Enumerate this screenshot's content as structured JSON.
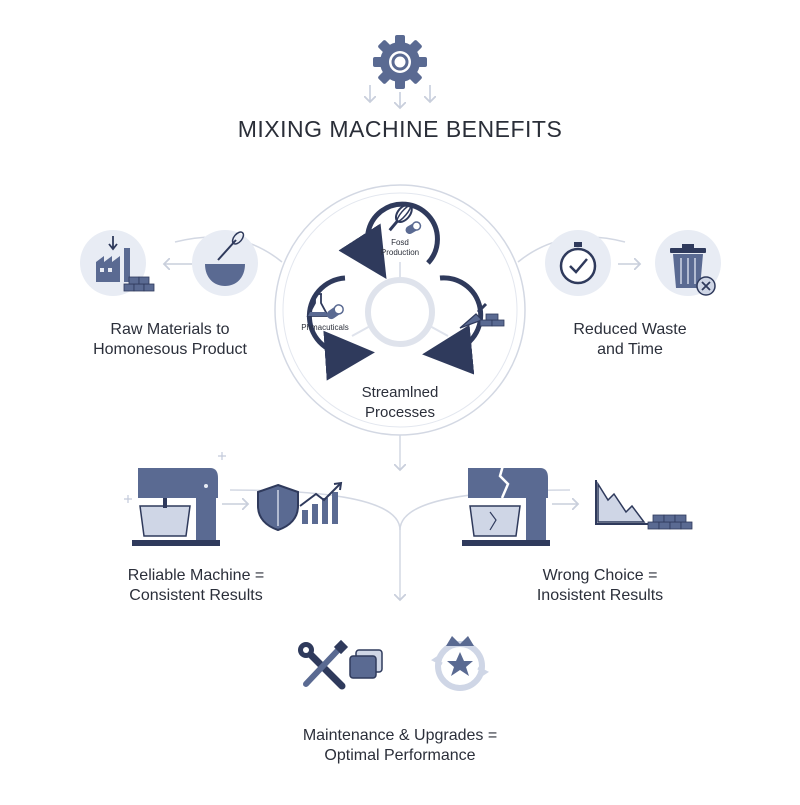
{
  "title": "MIXING MACHINE BENEFITS",
  "center": {
    "line1": "Streamlned",
    "line2": "Processes"
  },
  "cycle": {
    "top": {
      "line1": "Fosd",
      "line2": "Production"
    },
    "left": {
      "line1": "Phmacuticals"
    }
  },
  "nodes": {
    "raw": {
      "line1": "Raw Materials to",
      "line2": "Homonesous Product"
    },
    "waste": {
      "line1": "Reduced Waste",
      "line2": "and Time"
    },
    "reliable": {
      "line1": "Reliable Machine =",
      "line2": "Consistent Results"
    },
    "wrong": {
      "line1": "Wrong Choice =",
      "line2": "Inosistent Results"
    },
    "maintenance": {
      "line1": "Maintenance & Upgrades =",
      "line2": "Optimal Performance"
    }
  },
  "colors": {
    "navy": "#2f3a5c",
    "slate": "#5a6a92",
    "light": "#cfd6e6",
    "pale": "#e8ecf4",
    "line": "#d3d8e3"
  },
  "icons": [
    "gear-icon",
    "factory-icon",
    "mixing-bowl-icon",
    "stopwatch-icon",
    "trash-bin-icon",
    "stand-mixer-icon",
    "shield-icon",
    "bar-chart-up-icon",
    "broken-mixer-icon",
    "declining-chart-icon",
    "bricks-icon",
    "wrench-screwdriver-icon",
    "crown-star-icon",
    "whisk-icon",
    "flask-icon",
    "trowel-icon"
  ]
}
